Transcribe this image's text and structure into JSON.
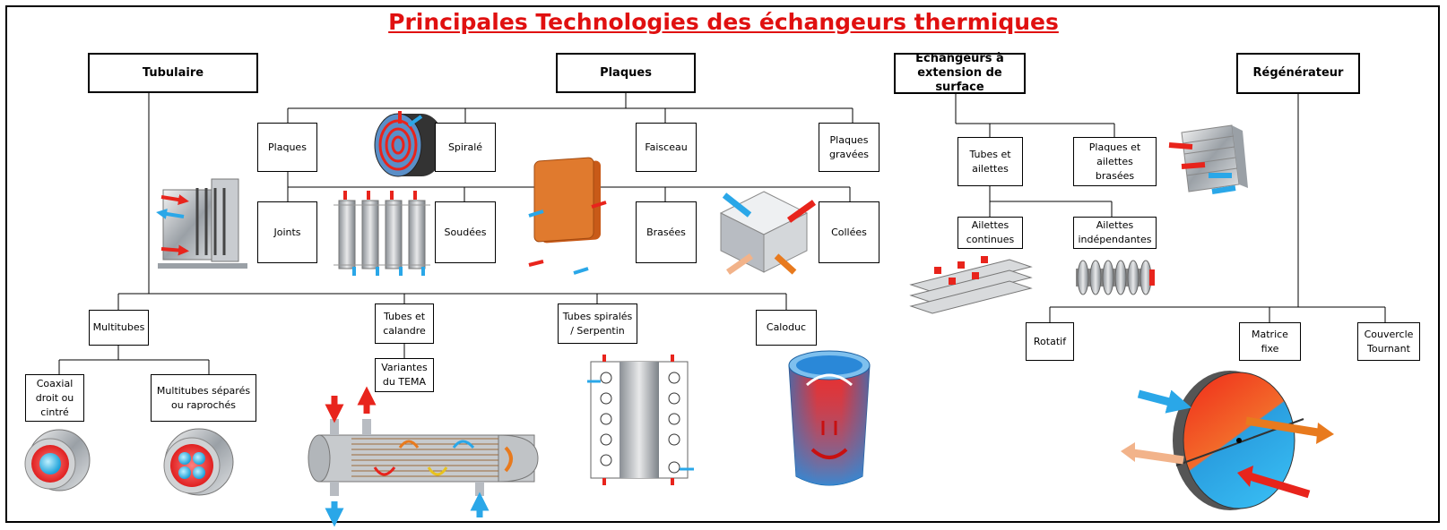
{
  "title": "Principales Technologies des échangeurs thermiques",
  "colors": {
    "title": "#e01010",
    "hot": "#e8241c",
    "cold": "#2aa7e8",
    "orange": "#e87a1e",
    "plate": "#e0732a",
    "metal": "#b8bcc2"
  },
  "categories": {
    "tubulaire": "Tubulaire",
    "plaques": "Plaques",
    "extension": "Echangeurs à extension de surface",
    "regenerateur": "Régénérateur"
  },
  "plaques": {
    "plaques": "Plaques",
    "spirale": "Spiralé",
    "faisceau": "Faisceau",
    "gravees": "Plaques gravées",
    "joints": "Joints",
    "soudees": "Soudées",
    "brasees": "Brasées",
    "collees": "Collées"
  },
  "tubulaire": {
    "multitubes": "Multitubes",
    "tubes_calandre": "Tubes et calandre",
    "variantes": "Variantes du TEMA",
    "spirales": "Tubes spiralés / Serpentin",
    "caloduc": "Caloduc",
    "coaxial": "Coaxial droit ou cintré",
    "multitubes_separes": "Multitubes séparés ou raprochés"
  },
  "extension": {
    "tubes_ailettes": "Tubes et ailettes",
    "plaques_ailettes": "Plaques et ailettes brasées",
    "continues": "Ailettes continues",
    "independantes": "Ailettes indépendantes"
  },
  "regenerateur": {
    "rotatif": "Rotatif",
    "matrice": "Matrice fixe",
    "couvercle": "Couvercle Tournant"
  }
}
